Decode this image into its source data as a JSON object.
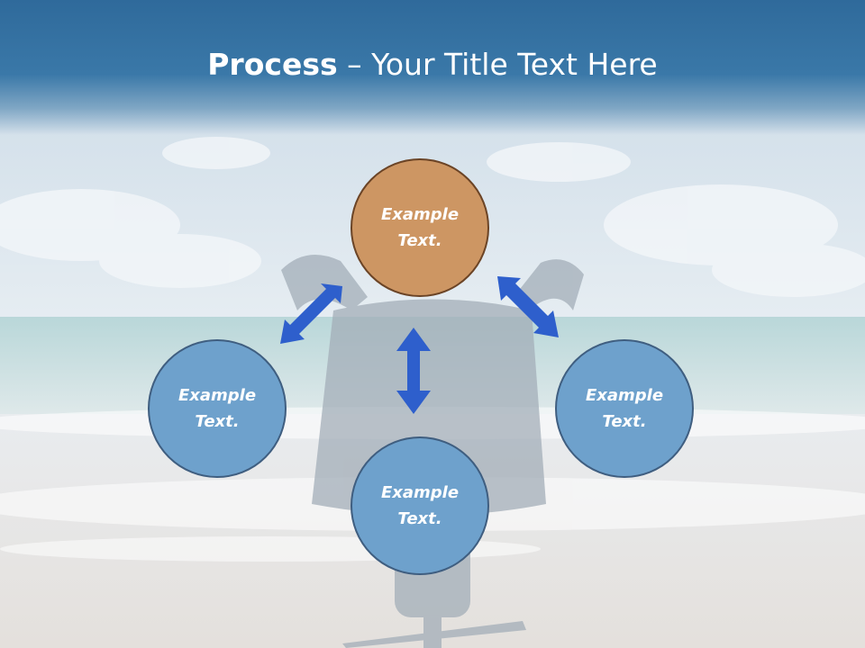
{
  "slide": {
    "title_bold": "Process",
    "title_rest": " – Your Title Text Here"
  },
  "nodes": {
    "top": {
      "line1": "Example",
      "line2": "Text."
    },
    "left": {
      "line1": "Example",
      "line2": "Text."
    },
    "right": {
      "line1": "Example",
      "line2": "Text."
    },
    "bottom": {
      "line1": "Example",
      "line2": "Text."
    }
  },
  "colors": {
    "header": "#3a78a8",
    "node_fill": "#6ea1cc",
    "node_center_fill": "#cd9663",
    "arrow": "#2e5fcc"
  }
}
